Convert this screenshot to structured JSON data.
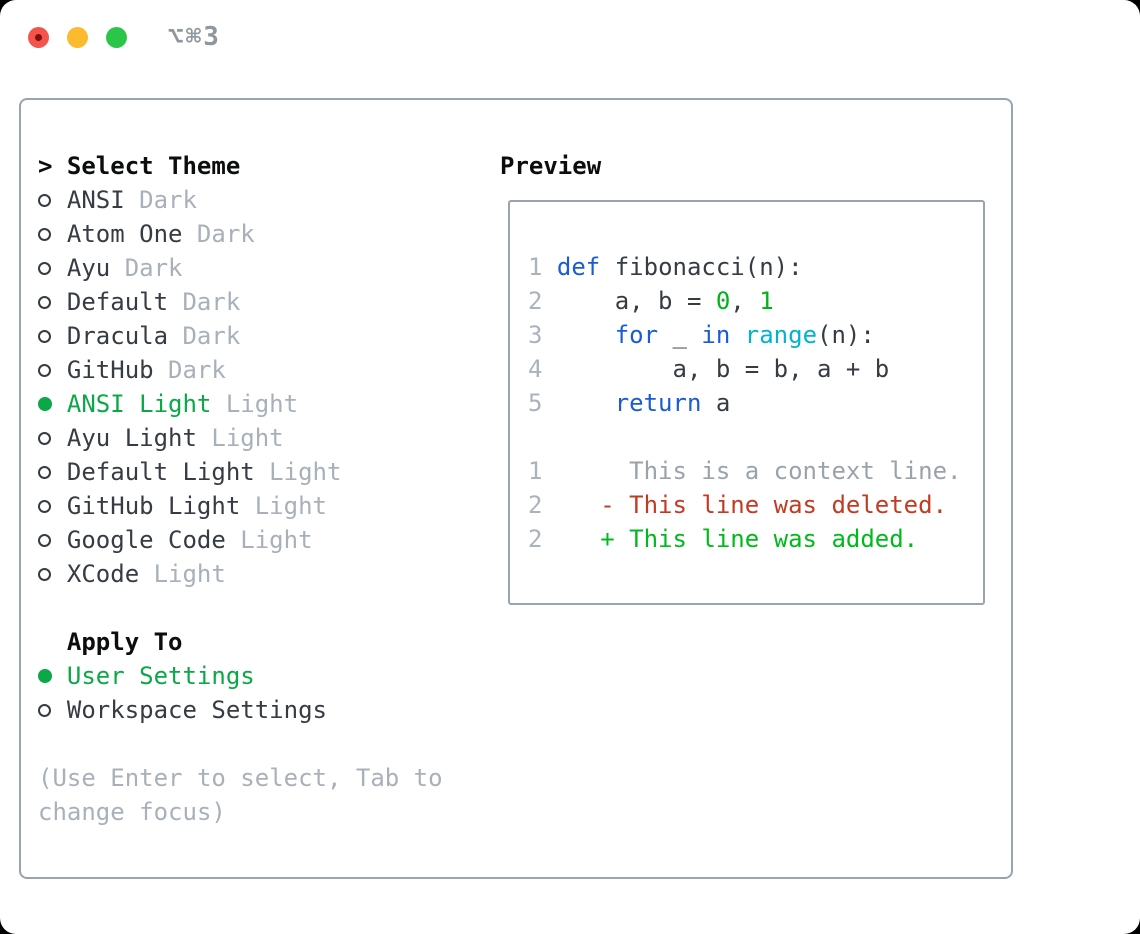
{
  "window_title": "⌥⌘3",
  "colors": {
    "border": "#9aa4ae",
    "text": "#363c43",
    "heading": "#0b0d0f",
    "muted": "#a8b1ba",
    "selected-green": "#0ca848",
    "line-number": "#a9b3bd",
    "context": "#9aa2aa",
    "keyword-blue": "#1a5cd6",
    "builtin-cyan": "#00b4cd",
    "number-green": "#00b316",
    "deleted-red": "#c33a23",
    "added-green": "#00ba1c",
    "title-gray": "#8e969e",
    "tl-red": "#f5544d",
    "tl-red-dot": "#7a1210",
    "tl-yellow": "#fcbb2e",
    "tl-green": "#2bc648"
  },
  "theme_panel": {
    "header_marker": ">",
    "header": "Select Theme",
    "items": [
      {
        "name": "ANSI",
        "variant": "Dark",
        "selected": false
      },
      {
        "name": "Atom One",
        "variant": "Dark",
        "selected": false
      },
      {
        "name": "Ayu",
        "variant": "Dark",
        "selected": false
      },
      {
        "name": "Default",
        "variant": "Dark",
        "selected": false
      },
      {
        "name": "Dracula",
        "variant": "Dark",
        "selected": false
      },
      {
        "name": "GitHub",
        "variant": "Dark",
        "selected": false
      },
      {
        "name": "ANSI Light",
        "variant": "Light",
        "selected": true
      },
      {
        "name": "Ayu Light",
        "variant": "Light",
        "selected": false
      },
      {
        "name": "Default Light",
        "variant": "Light",
        "selected": false
      },
      {
        "name": "GitHub Light",
        "variant": "Light",
        "selected": false
      },
      {
        "name": "Google Code",
        "variant": "Light",
        "selected": false
      },
      {
        "name": "XCode",
        "variant": "Light",
        "selected": false
      }
    ]
  },
  "apply_panel": {
    "header": "Apply To",
    "options": [
      {
        "label": "User Settings",
        "selected": true
      },
      {
        "label": "Workspace Settings",
        "selected": false
      }
    ]
  },
  "help_text": "(Use Enter to select, Tab to change focus)",
  "preview_panel": {
    "header": "Preview",
    "lines": [
      {
        "ln": "1",
        "tokens": [
          {
            "c": "pl",
            "t": " "
          },
          {
            "c": "kw",
            "t": "def"
          },
          {
            "c": "pl",
            "t": " fibonacci(n):"
          }
        ]
      },
      {
        "ln": "2",
        "tokens": [
          {
            "c": "pl",
            "t": "     a, b = "
          },
          {
            "c": "num",
            "t": "0"
          },
          {
            "c": "pl",
            "t": ", "
          },
          {
            "c": "num",
            "t": "1"
          }
        ]
      },
      {
        "ln": "3",
        "tokens": [
          {
            "c": "pl",
            "t": "     "
          },
          {
            "c": "kw",
            "t": "for"
          },
          {
            "c": "pl",
            "t": " _ "
          },
          {
            "c": "kw",
            "t": "in"
          },
          {
            "c": "pl",
            "t": " "
          },
          {
            "c": "fn",
            "t": "range"
          },
          {
            "c": "pl",
            "t": "(n):"
          }
        ]
      },
      {
        "ln": "4",
        "tokens": [
          {
            "c": "pl",
            "t": "         a, b = b, a + b"
          }
        ]
      },
      {
        "ln": "5",
        "tokens": [
          {
            "c": "pl",
            "t": "     "
          },
          {
            "c": "kw",
            "t": "return"
          },
          {
            "c": "pl",
            "t": " a"
          }
        ]
      },
      {
        "ln": "",
        "tokens": []
      },
      {
        "ln": "1",
        "tokens": [
          {
            "c": "ctx",
            "t": "      This is a context line."
          }
        ]
      },
      {
        "ln": "2",
        "tokens": [
          {
            "c": "del",
            "t": "    - This line was deleted."
          }
        ]
      },
      {
        "ln": "2",
        "tokens": [
          {
            "c": "add",
            "t": "    + This line was added."
          }
        ]
      }
    ]
  }
}
